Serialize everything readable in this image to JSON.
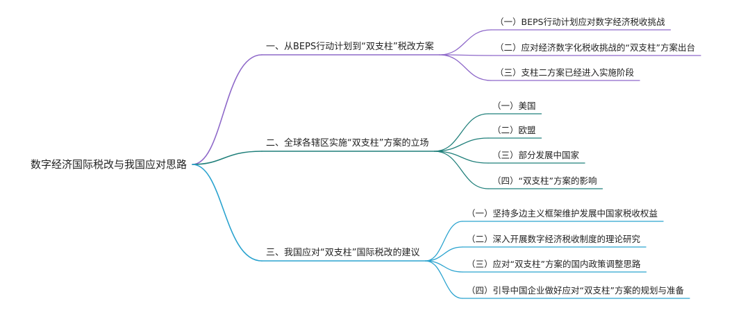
{
  "root": {
    "label": "数字经济国际税改与我国应对思路"
  },
  "colors": {
    "branch1": "#8e68c9",
    "branch2": "#1f7f7a",
    "branch3": "#2aa3cf"
  },
  "branches": [
    {
      "label": "一、从BEPS行动计划到“双支柱”税改方案",
      "color_key": "branch1",
      "children": [
        {
          "label": "（一）BEPS行动计划应对数字经济税收挑战"
        },
        {
          "label": "（二）应对经济数字化税收挑战的“双支柱”方案出台"
        },
        {
          "label": "（三）支柱二方案已经进入实施阶段"
        }
      ]
    },
    {
      "label": "二、全球各辖区实施“双支柱”方案的立场",
      "color_key": "branch2",
      "children": [
        {
          "label": "（一）美国"
        },
        {
          "label": "（二）欧盟"
        },
        {
          "label": "（三）部分发展中国家"
        },
        {
          "label": "（四）“双支柱”方案的影响"
        }
      ]
    },
    {
      "label": "三、我国应对“双支柱”国际税改的建议",
      "color_key": "branch3",
      "children": [
        {
          "label": "（一）坚持多边主义框架维护发展中国家税收权益"
        },
        {
          "label": "（二）深入开展数字经济税收制度的理论研究"
        },
        {
          "label": "（三）应对“双支柱”方案的国内政策调整思路"
        },
        {
          "label": "（四）引导中国企业做好应对“双支柱”方案的规划与准备"
        }
      ]
    }
  ]
}
